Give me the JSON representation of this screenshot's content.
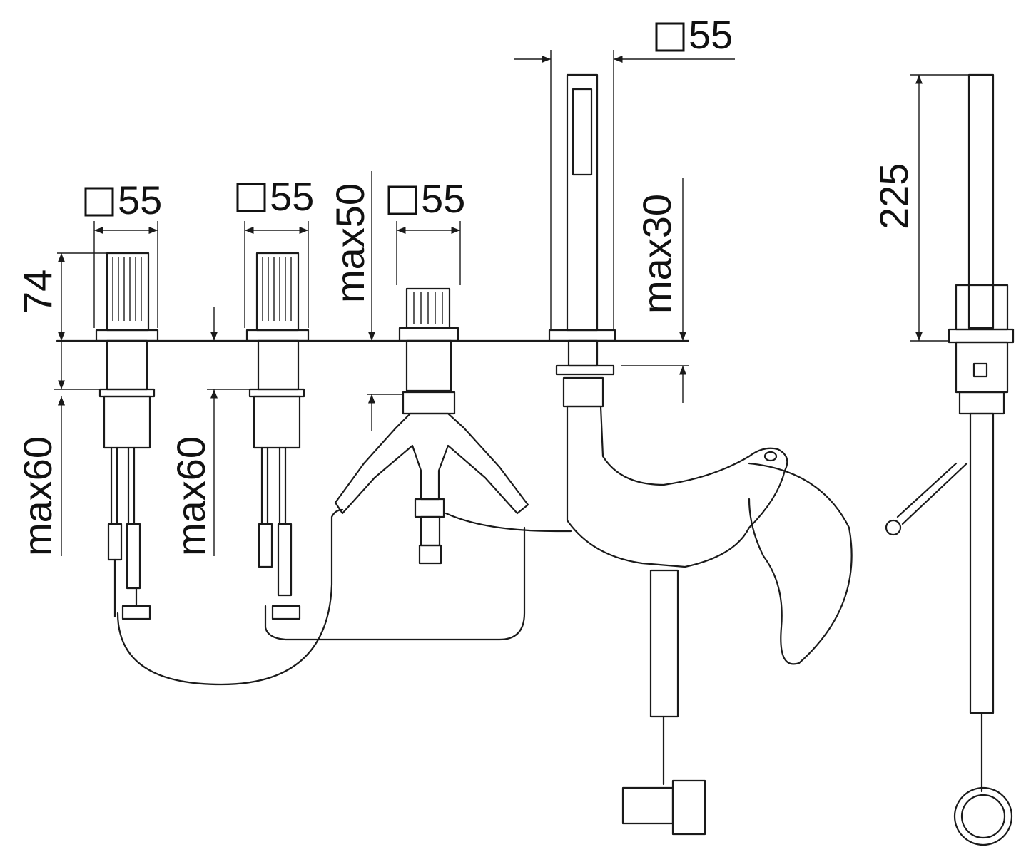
{
  "dimensions": {
    "spout_width": "55",
    "valve1_width": "55",
    "valve2_width": "55",
    "diverter_width": "55",
    "valve_height": "74",
    "spout_height": "225",
    "valve1_below": "max60",
    "valve2_below": "max60",
    "diverter_below": "max50",
    "spout_below": "max30"
  },
  "square_symbol": "□",
  "colors": {
    "line": "#1a1a1a",
    "background": "#ffffff"
  }
}
